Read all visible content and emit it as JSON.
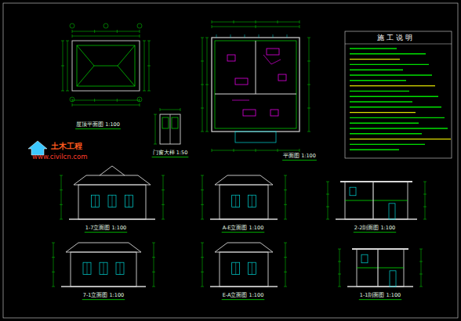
{
  "diagram": {
    "labels": [
      "施工说明",
      "屋顶平面图 1:100",
      "门窗大样 1:50",
      "平面图 1:100",
      "土木工程",
      "www.civilcn.com",
      "1-7立面图 1:100",
      "A-E立面图 1:100",
      "2-2剖面图 1:100",
      "7-1立面图 1:100",
      "E-A立面图 1:100",
      "1-1剖面图 1:100"
    ]
  }
}
